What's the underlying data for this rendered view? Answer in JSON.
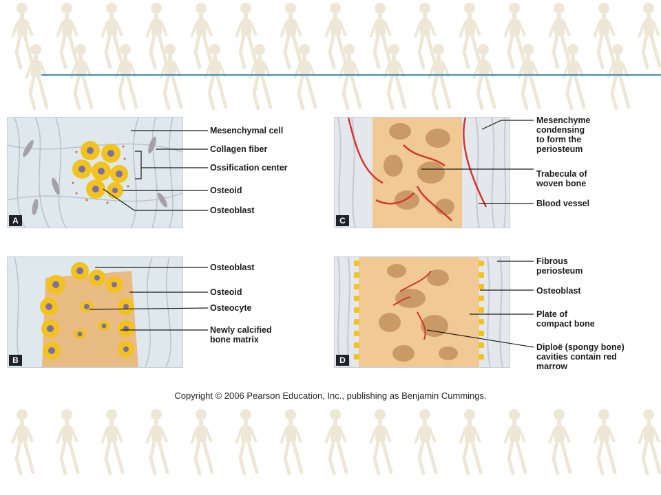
{
  "panels": {
    "a": {
      "letter": "A",
      "labels": [
        "Mesenchymal cell",
        "Collagen fiber",
        "Ossification center",
        "Osteoid",
        "Osteoblast"
      ]
    },
    "b": {
      "letter": "B",
      "labels": [
        "Osteoblast",
        "Osteoid",
        "Osteocyte",
        "Newly calcified\nbone matrix"
      ]
    },
    "c": {
      "letter": "C",
      "labels": [
        "Mesenchyme\ncondensing\nto form the\nperiosteum",
        "Trabecula of\nwoven bone",
        "Blood vessel"
      ]
    },
    "d": {
      "letter": "D",
      "labels": [
        "Fibrous\nperiosteum",
        "Osteoblast",
        "Plate of\ncompact bone",
        "Diploë (spongy bone)\ncavities contain red\nmarrow"
      ]
    }
  },
  "copyright": "Copyright © 2006 Pearson Education, Inc., publishing as Benjamin Cummings.",
  "colors": {
    "accent_line": "#3a8fb8",
    "skeleton": "#efe7d6",
    "bone": "#f0c995",
    "osteoblast": "#f2c21e",
    "nucleus": "#7b6fa8",
    "vessel": "#d8322a",
    "mesenchyme_bg": "#dde7ec"
  }
}
